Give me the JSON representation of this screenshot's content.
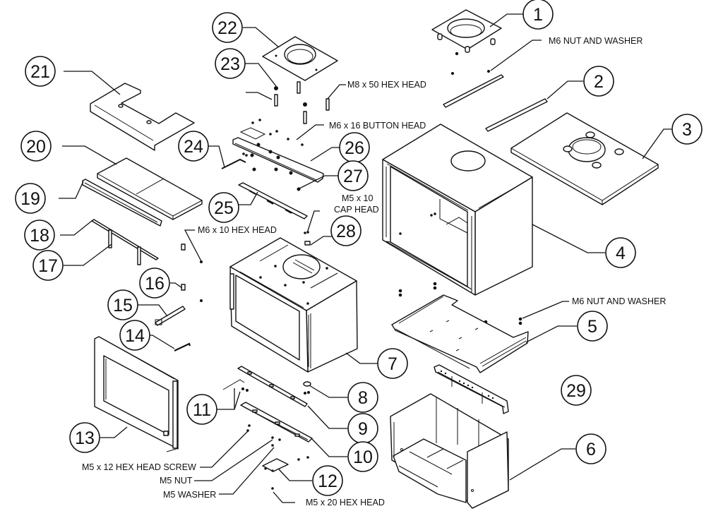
{
  "diagram": {
    "type": "exploded-parts-diagram",
    "subject": "Fireplace insert assembly",
    "callouts": [
      {
        "number": "1"
      },
      {
        "number": "2"
      },
      {
        "number": "3"
      },
      {
        "number": "4"
      },
      {
        "number": "5"
      },
      {
        "number": "6"
      },
      {
        "number": "7"
      },
      {
        "number": "8"
      },
      {
        "number": "9"
      },
      {
        "number": "10"
      },
      {
        "number": "11"
      },
      {
        "number": "12"
      },
      {
        "number": "13"
      },
      {
        "number": "14"
      },
      {
        "number": "15"
      },
      {
        "number": "16"
      },
      {
        "number": "17"
      },
      {
        "number": "18"
      },
      {
        "number": "19"
      },
      {
        "number": "20"
      },
      {
        "number": "21"
      },
      {
        "number": "22"
      },
      {
        "number": "23"
      },
      {
        "number": "24"
      },
      {
        "number": "25"
      },
      {
        "number": "26"
      },
      {
        "number": "27"
      },
      {
        "number": "28"
      },
      {
        "number": "29"
      }
    ],
    "hardware_labels": {
      "m6_nut_washer_top": "M6 NUT AND WASHER",
      "m8_50_hex": "M8 x 50 HEX HEAD",
      "m6_16_button": "M6 x 16 BUTTON HEAD",
      "m5_10_cap_line1": "M5 x 10",
      "m5_10_cap_line2": "CAP HEAD",
      "m6_10_hex": "M6 x 10 HEX  HEAD",
      "m6_nut_washer_mid": "M6 NUT AND WASHER",
      "m5_12_hex_screw": "M5 x 12 HEX HEAD SCREW",
      "m5_nut": "M5 NUT",
      "m5_washer": "M5 WASHER",
      "m5_20_hex": "M5 x 20 HEX HEAD"
    }
  }
}
